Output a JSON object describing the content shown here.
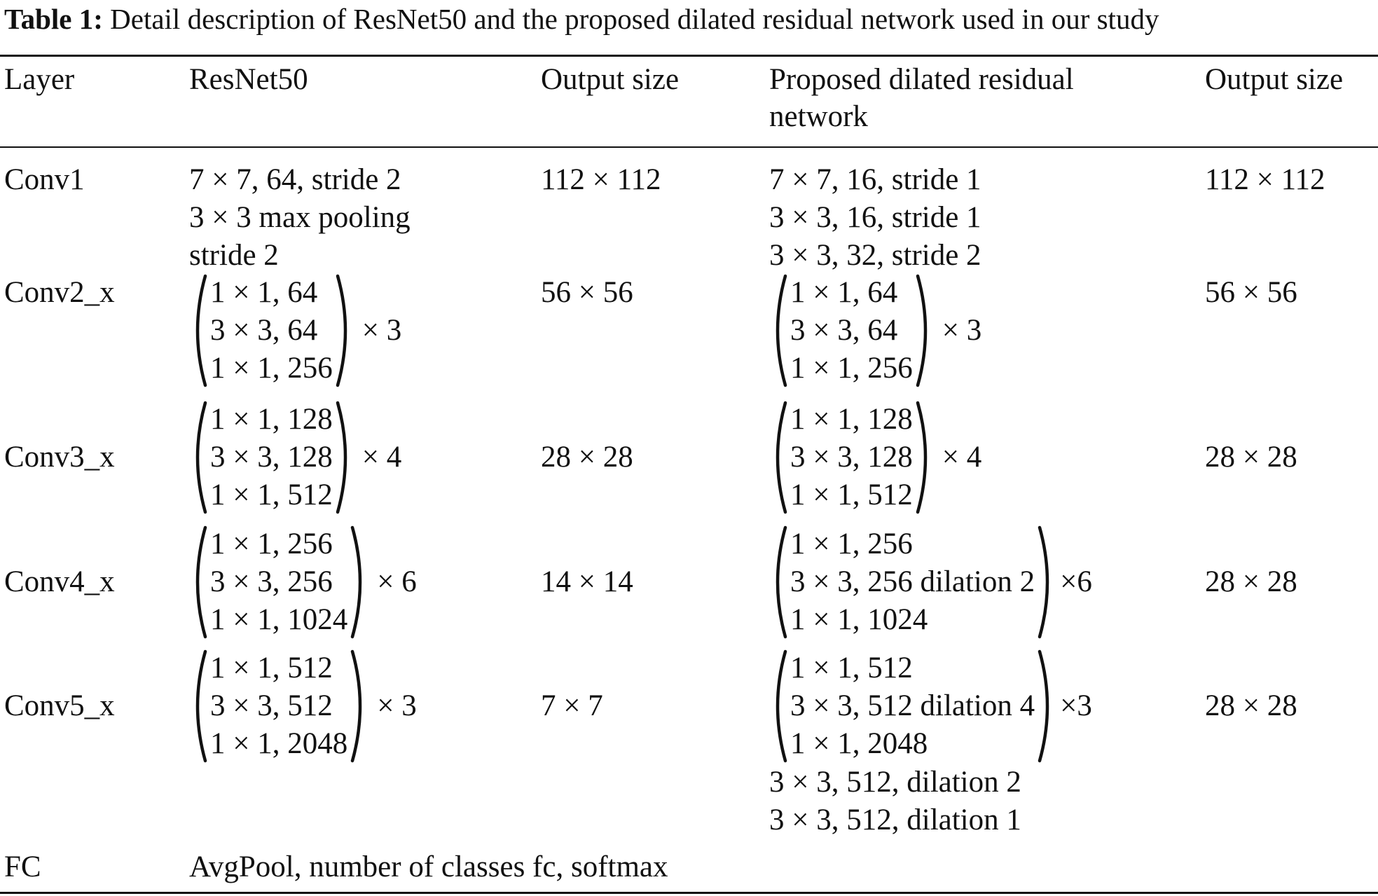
{
  "caption": {
    "label": "Table 1:",
    "text": " Detail description of ResNet50 and the proposed dilated residual network used in our study"
  },
  "headers": {
    "layer": "Layer",
    "resnet": "ResNet50",
    "out1": "Output size",
    "prop_line1": "Proposed dilated residual",
    "prop_line2": "network",
    "out2": "Output size"
  },
  "rows": {
    "conv1": {
      "layer": "Conv1",
      "resnet": [
        "7 × 7, 64, stride 2",
        "3 × 3 max pooling",
        "stride 2"
      ],
      "out1": "112 × 112",
      "proposed": [
        "7 × 7, 16, stride 1",
        "3 × 3, 16, stride 1",
        "3 × 3, 32, stride 2"
      ],
      "out2": "112 × 112"
    },
    "conv2": {
      "layer": "Conv2_x",
      "resnet": [
        "1 × 1, 64",
        "3 × 3, 64",
        "1 × 1, 256"
      ],
      "resnet_rep": "× 3",
      "out1": "56 × 56",
      "proposed": [
        "1 × 1, 64",
        "3 × 3, 64",
        "1 × 1, 256"
      ],
      "proposed_rep": "× 3",
      "out2": "56 × 56"
    },
    "conv3": {
      "layer": "Conv3_x",
      "resnet": [
        "1 × 1, 128",
        "3 × 3, 128",
        "1 × 1, 512"
      ],
      "resnet_rep": "× 4",
      "out1": "28 × 28",
      "proposed": [
        "1 × 1, 128",
        "3 × 3, 128",
        "1 × 1, 512"
      ],
      "proposed_rep": "× 4",
      "out2": "28 × 28"
    },
    "conv4": {
      "layer": "Conv4_x",
      "resnet": [
        "1 × 1, 256",
        "3 × 3, 256",
        "1 × 1, 1024"
      ],
      "resnet_rep": "× 6",
      "out1": "14 × 14",
      "proposed": [
        "1 × 1, 256",
        "3 × 3, 256 dilation 2",
        "1 × 1, 1024"
      ],
      "proposed_rep": "×6",
      "out2": "28 × 28"
    },
    "conv5": {
      "layer": "Conv5_x",
      "resnet": [
        "1 × 1, 512",
        "3 × 3, 512",
        "1 × 1, 2048"
      ],
      "resnet_rep": "× 3",
      "out1": "7 × 7",
      "proposed": [
        "1 × 1, 512",
        "3 × 3, 512 dilation 4",
        "1 × 1, 2048"
      ],
      "proposed_rep": "×3",
      "proposed_extra": [
        "3 × 3, 512, dilation 2",
        "3 × 3, 512, dilation 1"
      ],
      "out2": "28 × 28"
    },
    "fc": {
      "layer": "FC",
      "text": "AvgPool, number of classes fc, softmax"
    }
  }
}
